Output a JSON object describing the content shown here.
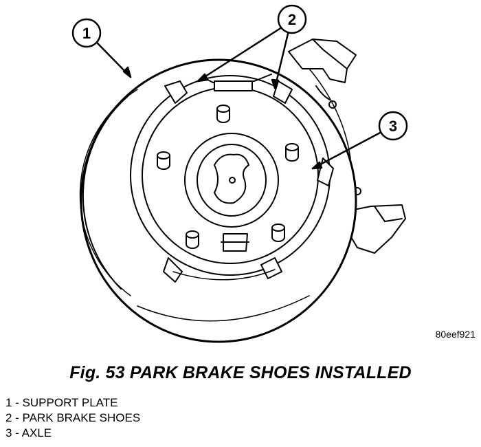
{
  "figure": {
    "callouts": [
      {
        "number": "1"
      },
      {
        "number": "2"
      },
      {
        "number": "3"
      }
    ],
    "figure_id": "80eef921",
    "caption": "Fig. 53 PARK BRAKE SHOES INSTALLED"
  },
  "legend": {
    "items": [
      {
        "text": "1 - SUPPORT PLATE"
      },
      {
        "text": "2 - PARK BRAKE SHOES"
      },
      {
        "text": "3 - AXLE"
      }
    ]
  }
}
